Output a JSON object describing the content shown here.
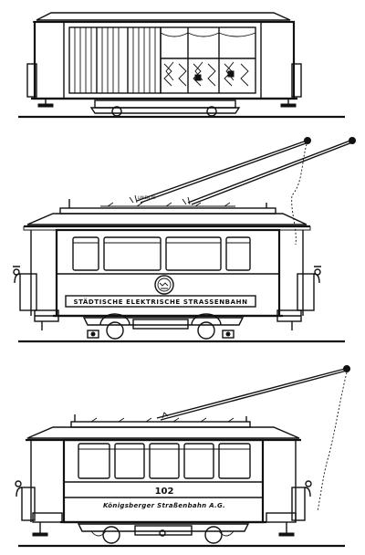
{
  "drawing": {
    "tram_middle": {
      "side_text": "STÄDTISCHE ELEKTRISCHE STRASSENBAHN"
    },
    "tram_bottom": {
      "fleet_number": "102",
      "side_text": "Königsberger Straßenbahn A.G."
    }
  }
}
